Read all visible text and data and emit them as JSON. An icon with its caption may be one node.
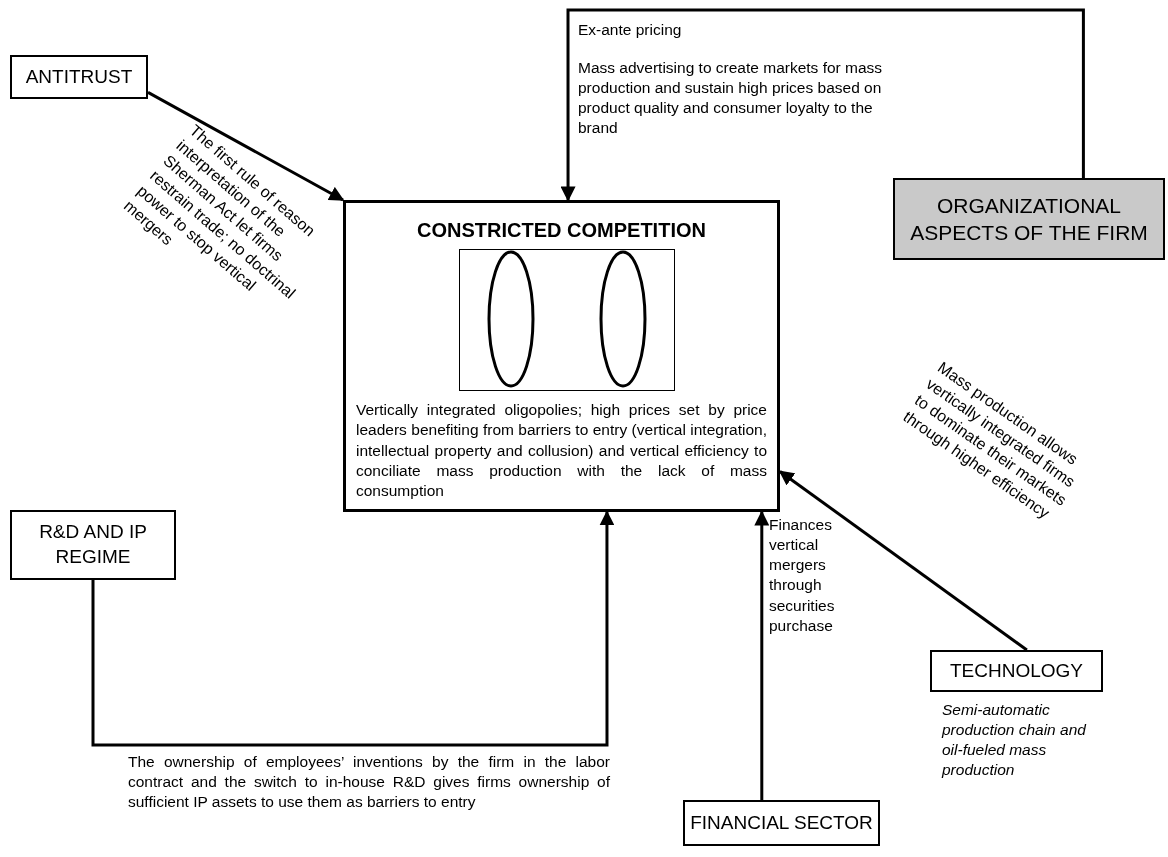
{
  "diagram": {
    "nodes": [
      {
        "text": [
          "ANTITRUST"
        ]
      },
      {
        "text": [
          "CONSTRICTED COMPETITION",
          "Vertically integrated oligopolies; high prices set by price leaders benefiting from barriers to entry (vertical integration, intellectual property and collusion) and vertical efficiency to conciliate mass production with the lack of mass consumption"
        ]
      },
      {
        "text": [],
        "shape": "box",
        "in": 1
      },
      {
        "text": [
          "ORGANIZATIONAL ASPECTS OF THE FIRM"
        ]
      },
      {
        "text": [
          "R&D AND IP REGIME"
        ]
      },
      {
        "text": [
          "FINANCIAL SECTOR"
        ]
      },
      {
        "text": [
          "TECHNOLOGY"
        ],
        "beside": [
          "Semi-automatic production chain and oil-fueled mass production"
        ]
      }
    ],
    "edges": [
      {
        "from": 0,
        "to": 1,
        "arrow": "to",
        "label": "The first rule of reason interpretation of the Sherman Act let firms restrain trade; no doctrinal power to stop vertical mergers"
      },
      {
        "from": 3,
        "to": 1,
        "arrow": "to",
        "label": "Ex-ante pricing"
      },
      {
        "from": 4,
        "to": 1,
        "arrow": "to",
        "label": "The ownership of employees’ inventions by the firm in the labor contract and the switch to in-house R&D gives firms ownership of sufficient IP assets to use them as barriers to entry"
      },
      {
        "from": 5,
        "to": 1,
        "arrow": "to",
        "label": "Finances vertical mergers through securities purchase"
      },
      {
        "from": 6,
        "to": 1,
        "arrow": "to",
        "label": "Mass production allows vertically integrated firms to dominate their markets through higher efficiency"
      }
    ],
    "labels": [
      "Mass advertising to create markets for mass production and sustain high prices based on product quality and consumer loyalty to the brand"
    ]
  }
}
